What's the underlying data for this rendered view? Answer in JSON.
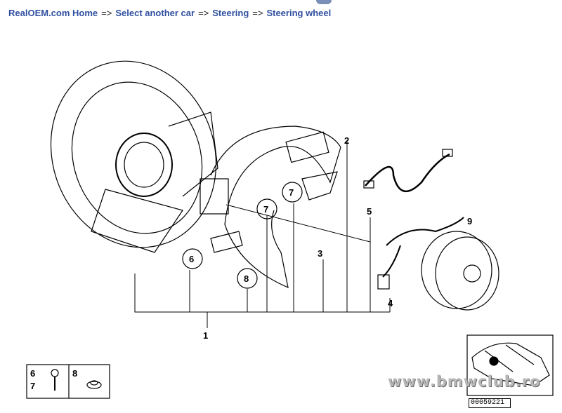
{
  "breadcrumb": [
    {
      "label": "RealOEM.com Home"
    },
    {
      "label": "Select another car"
    },
    {
      "label": "Steering"
    },
    {
      "label": "Steering wheel"
    }
  ],
  "breadcrumb_separator": "=>",
  "diagram": {
    "callouts": [
      "1",
      "2",
      "3",
      "4",
      "5",
      "6",
      "7",
      "7",
      "8",
      "9"
    ],
    "legend": {
      "items": [
        "6",
        "7",
        "8"
      ]
    },
    "drawing_number": "00059221",
    "watermark": "www.bmwclub.ro"
  }
}
